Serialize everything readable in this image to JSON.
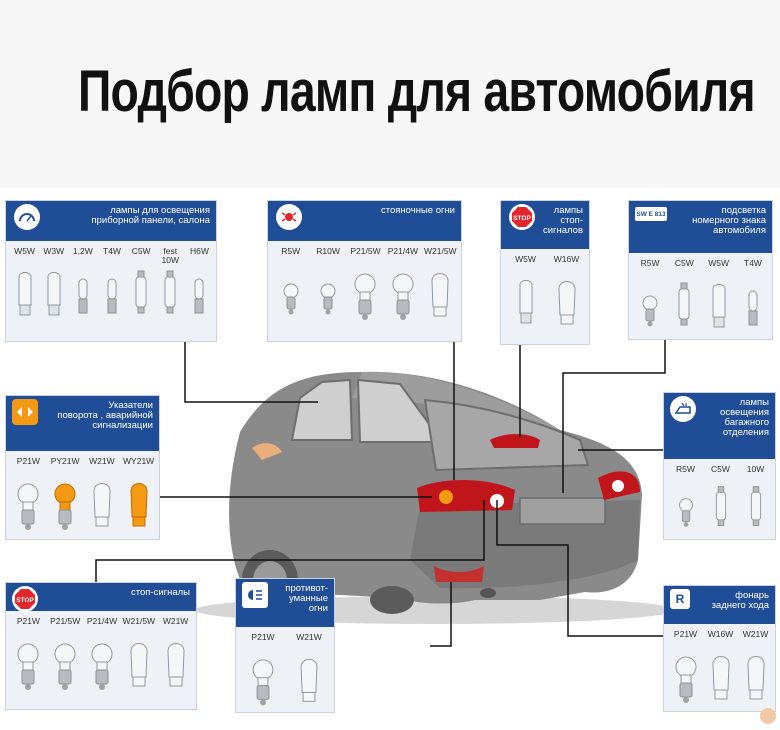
{
  "title": "Подбор ламп для автомобиля",
  "colors": {
    "header": "#1f4e96",
    "panel_bg": "#eef1f5",
    "car_body": "#8a8a8a",
    "tail_light": "#c0151b",
    "amber": "#f39a12",
    "stop_red": "#e3262b"
  },
  "panels": [
    {
      "id": "panel-dashboard",
      "icon": "dashboard-light-icon",
      "label": "лампы для освещения\nприборной панели, салона",
      "bulbs": [
        {
          "name": "W5W",
          "type": "wedge",
          "color": "clear"
        },
        {
          "name": "W3W",
          "type": "wedge",
          "color": "clear"
        },
        {
          "name": "1,2W",
          "type": "mini",
          "color": "clear"
        },
        {
          "name": "T4W",
          "type": "mini",
          "color": "clear"
        },
        {
          "name": "C5W",
          "type": "festoon",
          "color": "clear"
        },
        {
          "name": "fest\n10W",
          "type": "festoon",
          "color": "clear"
        },
        {
          "name": "H6W",
          "type": "mini",
          "color": "clear"
        }
      ]
    },
    {
      "id": "panel-parking",
      "icon": "parking-light-icon",
      "label": "стояночные огни",
      "bulbs": [
        {
          "name": "R5W",
          "type": "small",
          "color": "clear"
        },
        {
          "name": "R10W",
          "type": "small",
          "color": "clear"
        },
        {
          "name": "P21/5W",
          "type": "large",
          "color": "clear"
        },
        {
          "name": "P21/4W",
          "type": "large",
          "color": "clear"
        },
        {
          "name": "W21/5W",
          "type": "wedge-large",
          "color": "clear"
        }
      ]
    },
    {
      "id": "panel-brake-top",
      "icon": "stop-sign-icon",
      "icon_text": "STOP",
      "label": "лампы\nстоп-сигналов",
      "bulbs": [
        {
          "name": "W5W",
          "type": "wedge",
          "color": "clear"
        },
        {
          "name": "W16W",
          "type": "wedge-large",
          "color": "clear"
        }
      ]
    },
    {
      "id": "panel-plate",
      "icon": "license-plate-icon",
      "icon_text": "SW E 813",
      "label": "подсветка\nномерного знака\nавтомобиля",
      "bulbs": [
        {
          "name": "R5W",
          "type": "small",
          "color": "clear"
        },
        {
          "name": "C5W",
          "type": "festoon",
          "color": "clear"
        },
        {
          "name": "W5W",
          "type": "wedge",
          "color": "clear"
        },
        {
          "name": "T4W",
          "type": "mini",
          "color": "clear"
        }
      ]
    },
    {
      "id": "panel-turn",
      "icon": "turn-signal-icon",
      "label": "Указатели\nповорота , аварийной\nсигнализации",
      "bulbs": [
        {
          "name": "P21W",
          "type": "large",
          "color": "clear"
        },
        {
          "name": "PY21W",
          "type": "large",
          "color": "amber"
        },
        {
          "name": "W21W",
          "type": "wedge-large",
          "color": "clear"
        },
        {
          "name": "WY21W",
          "type": "wedge-large",
          "color": "amber"
        }
      ]
    },
    {
      "id": "panel-trunk",
      "icon": "trunk-light-icon",
      "label": "лампы\nосвещения\nбагажного\nотделения",
      "bulbs": [
        {
          "name": "R5W",
          "type": "small",
          "color": "clear"
        },
        {
          "name": "C5W",
          "type": "festoon",
          "color": "clear"
        },
        {
          "name": "10W",
          "type": "festoon",
          "color": "clear"
        }
      ]
    },
    {
      "id": "panel-brake",
      "icon": "stop-sign-icon",
      "icon_text": "STOP",
      "label": "стоп-сигналы",
      "bulbs": [
        {
          "name": "P21W",
          "type": "large",
          "color": "clear"
        },
        {
          "name": "P21/5W",
          "type": "large",
          "color": "clear"
        },
        {
          "name": "P21/4W",
          "type": "large",
          "color": "clear"
        },
        {
          "name": "W21/5W",
          "type": "wedge-large",
          "color": "clear"
        },
        {
          "name": "W21W",
          "type": "wedge-large",
          "color": "clear"
        }
      ]
    },
    {
      "id": "panel-fog",
      "icon": "fog-light-icon",
      "label": "противот-\nуманные огни",
      "bulbs": [
        {
          "name": "P21W",
          "type": "large",
          "color": "clear"
        },
        {
          "name": "W21W",
          "type": "wedge-large",
          "color": "clear"
        }
      ]
    },
    {
      "id": "panel-reverse",
      "icon": "reverse-light-icon",
      "icon_text": "R",
      "label": "фонарь\nзаднего хода",
      "bulbs": [
        {
          "name": "P21W",
          "type": "large",
          "color": "clear"
        },
        {
          "name": "W16W",
          "type": "wedge-large",
          "color": "clear"
        },
        {
          "name": "W21W",
          "type": "wedge-large",
          "color": "clear"
        }
      ]
    }
  ]
}
